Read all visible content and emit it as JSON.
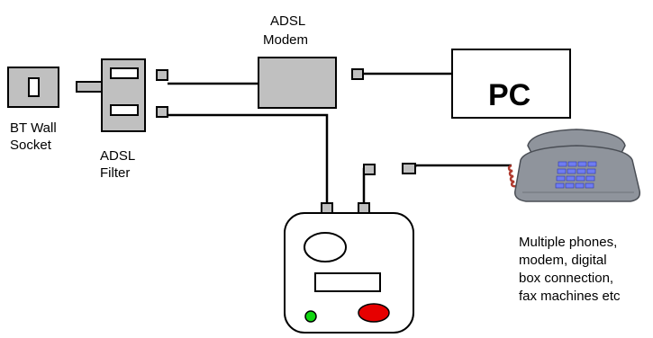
{
  "labels": {
    "modem": [
      "ADSL",
      "Modem"
    ],
    "pc": "PC",
    "wall_socket": [
      "BT Wall",
      "Socket"
    ],
    "filter": [
      "ADSL",
      "Filter"
    ],
    "devices": [
      "Multiple phones,",
      "modem, digital",
      "box connection,",
      "fax machines etc"
    ]
  },
  "colors": {
    "device_grey": "#c0c0c0",
    "line": "#000000",
    "phone_body": "#8f949c",
    "phone_keys": "#6f7cf2",
    "phone_cord": "#b03a2e",
    "indicator_green": "#11d611",
    "button_red": "#e60000"
  }
}
